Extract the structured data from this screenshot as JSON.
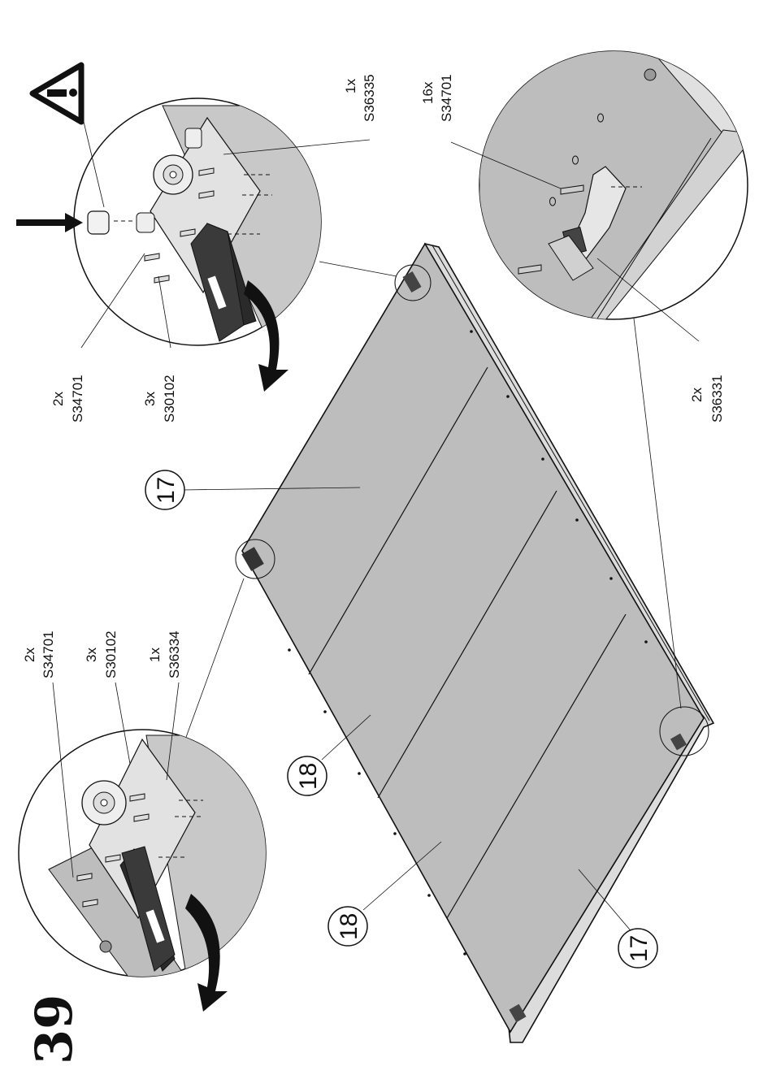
{
  "step_number": "39",
  "parts": {
    "panel_a": "17",
    "panel_b": "18",
    "panel_c": "18",
    "panel_d": "17"
  },
  "callout_top": {
    "qty1": "2x",
    "code1": "S34701",
    "qty2": "3x",
    "code2": "S30102",
    "qty3": "1x",
    "code3": "S36335"
  },
  "callout_right": {
    "qty1": "16x",
    "code1": "S34701",
    "qty2": "2x",
    "code2": "S36331"
  },
  "callout_left": {
    "qty1": "2x",
    "code1": "S34701",
    "qty2": "3x",
    "code2": "S30102",
    "qty3": "1x",
    "code3": "S36334"
  },
  "icons": [
    "warning-icon",
    "arrow-icon",
    "curved-arrow-icon"
  ],
  "colors": {
    "panel_fill": "#bdbdbd",
    "edge_fill": "#d6d6d6",
    "hardware_dark": "#2a2a2a",
    "line": "#111111"
  }
}
